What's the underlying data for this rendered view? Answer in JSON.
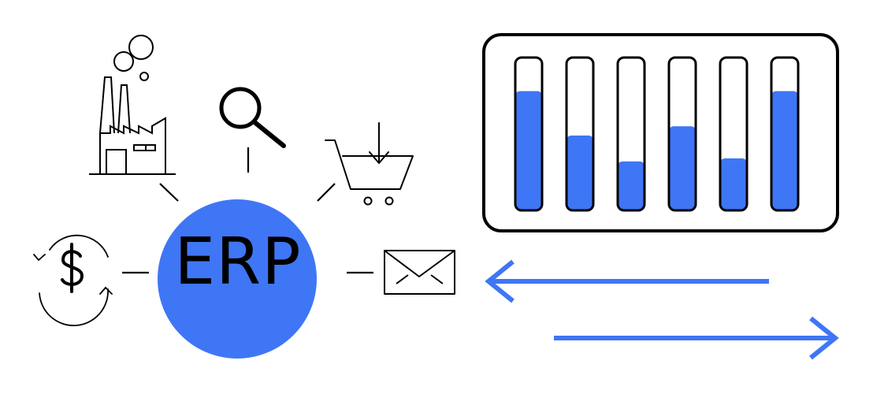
{
  "hub": {
    "label": "ERP",
    "color": "#3f76f5"
  },
  "icons": [
    "factory-icon",
    "magnifier-icon",
    "shopping-cart-icon",
    "envelope-icon",
    "dollar-cycle-icon"
  ],
  "dashboard": {
    "accent": "#3f76f5",
    "levels": [
      0.78,
      0.49,
      0.32,
      0.55,
      0.34,
      0.78
    ]
  },
  "arrows": [
    {
      "direction": "left",
      "color": "#3f76f5"
    },
    {
      "direction": "right",
      "color": "#3f76f5"
    }
  ]
}
